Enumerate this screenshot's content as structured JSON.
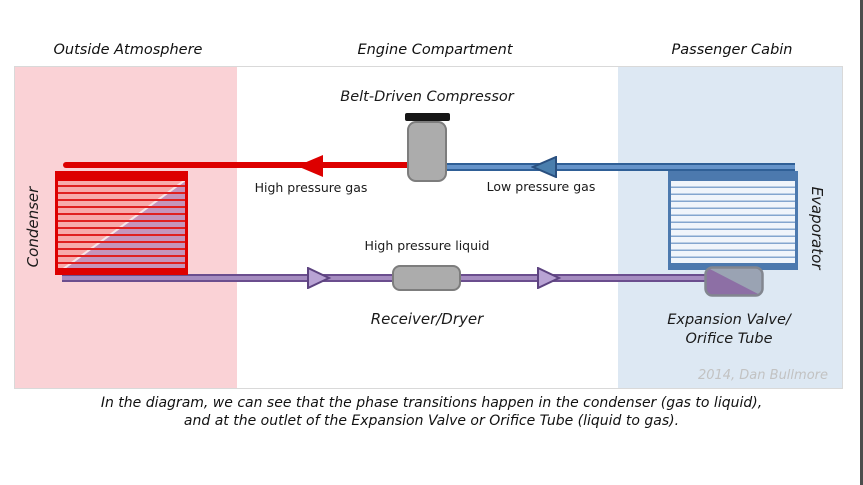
{
  "zones": {
    "outside": {
      "label": "Outside Atmosphere"
    },
    "engine": {
      "label": "Engine Compartment"
    },
    "cabin": {
      "label": "Passenger Cabin"
    }
  },
  "components": {
    "condenser": {
      "label": "Condenser"
    },
    "compressor": {
      "label": "Belt-Driven Compressor"
    },
    "evaporator": {
      "label": "Evaporator"
    },
    "receiver_dryer": {
      "label": "Receiver/Dryer"
    },
    "expansion_valve": {
      "label_line1": "Expansion Valve/",
      "label_line2": "Orifice Tube"
    }
  },
  "pipes": {
    "high_pressure_gas": {
      "label": "High pressure gas",
      "color": "#dd0000",
      "direction": "left"
    },
    "low_pressure_gas": {
      "label": "Low pressure gas",
      "color": "#4a7ead",
      "direction": "left"
    },
    "high_pressure_liquid": {
      "label": "High pressure liquid",
      "color": "#7b5fa0",
      "direction": "right"
    }
  },
  "credit": "2014, Dan Bullmore",
  "caption": {
    "line1": "In the diagram, we can see that the phase transitions happen in the condenser (gas to liquid),",
    "line2": "and at the outlet of the Expansion Valve or Orifice Tube (liquid to gas)."
  },
  "colors": {
    "zone_outside_bg": "#fad2d6",
    "zone_engine_bg": "#ffffff",
    "zone_cabin_bg": "#dde8f3",
    "red_pipe": "#dd0000",
    "blue_pipe": "#4a7ead",
    "purple_pipe": "#7b5fa0",
    "component_gray": "#acacac",
    "credit_gray": "#c2c2c2"
  }
}
